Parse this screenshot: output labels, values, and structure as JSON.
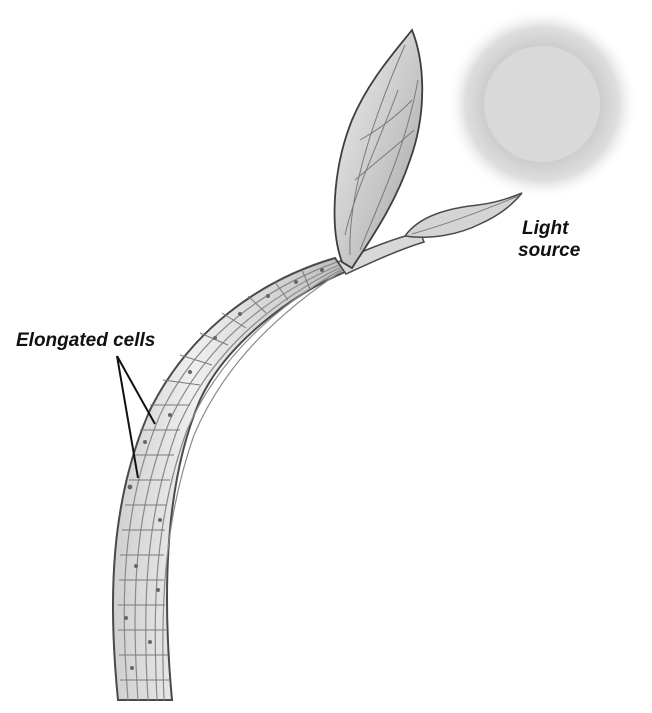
{
  "labels": {
    "light_source_line1": "Light",
    "light_source_line2": "source",
    "elongated_cells": "Elongated cells"
  },
  "colors": {
    "sun_core": "#d6d6d6",
    "sun_halo": "#bdbdbd",
    "stem_fill": "#e4e4e4",
    "stem_outline": "#4a4a4a",
    "cell_lines": "#8a8a8a",
    "leaf_fill": "#d9d9d9",
    "pointer_lines": "#111111"
  },
  "icons": {
    "light_source": "sun-icon",
    "plant": "seedling-bending-toward-light"
  }
}
